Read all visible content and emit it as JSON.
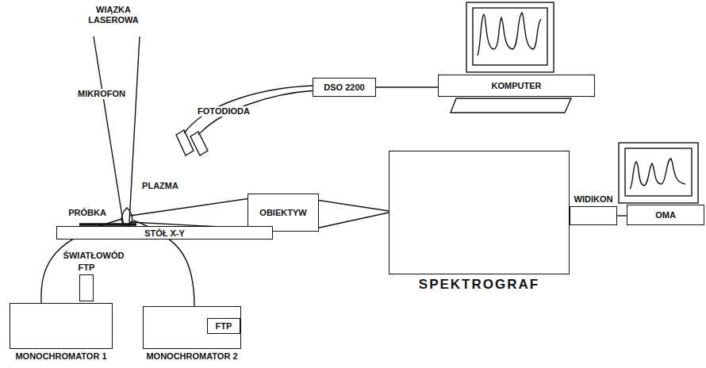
{
  "diagram": {
    "nodes": [
      {
        "text": [
          "KOMPUTER"
        ]
      },
      {
        "text": [
          "DSO 2200"
        ]
      },
      {
        "text": [
          "OBIEKTYW"
        ]
      },
      {
        "text": [
          "SPEKTROGRAF"
        ]
      },
      {
        "text": [
          "WIDIKON"
        ]
      },
      {
        "text": [
          "OMA"
        ]
      },
      {
        "text": [
          "STÓŁ X-Y"
        ]
      },
      {
        "text": [
          "FTP"
        ]
      },
      {
        "text": [
          "MONOCHROMATOR 1"
        ]
      },
      {
        "text": [
          "MONOCHROMATOR 2"
        ]
      },
      {
        "text": [
          "FTP"
        ],
        "in": 9
      }
    ],
    "edges": [
      {
        "from": 1,
        "to": 0,
        "arrow": "none"
      },
      {
        "from": 4,
        "to": 5,
        "arrow": "none"
      }
    ],
    "labels": [
      "WIĄZKA LASEROWA",
      "MIKROFON",
      "FOTODIODA",
      "PLAZMA",
      "PRÓBKA",
      "ŚWIATŁOWÓD"
    ]
  }
}
